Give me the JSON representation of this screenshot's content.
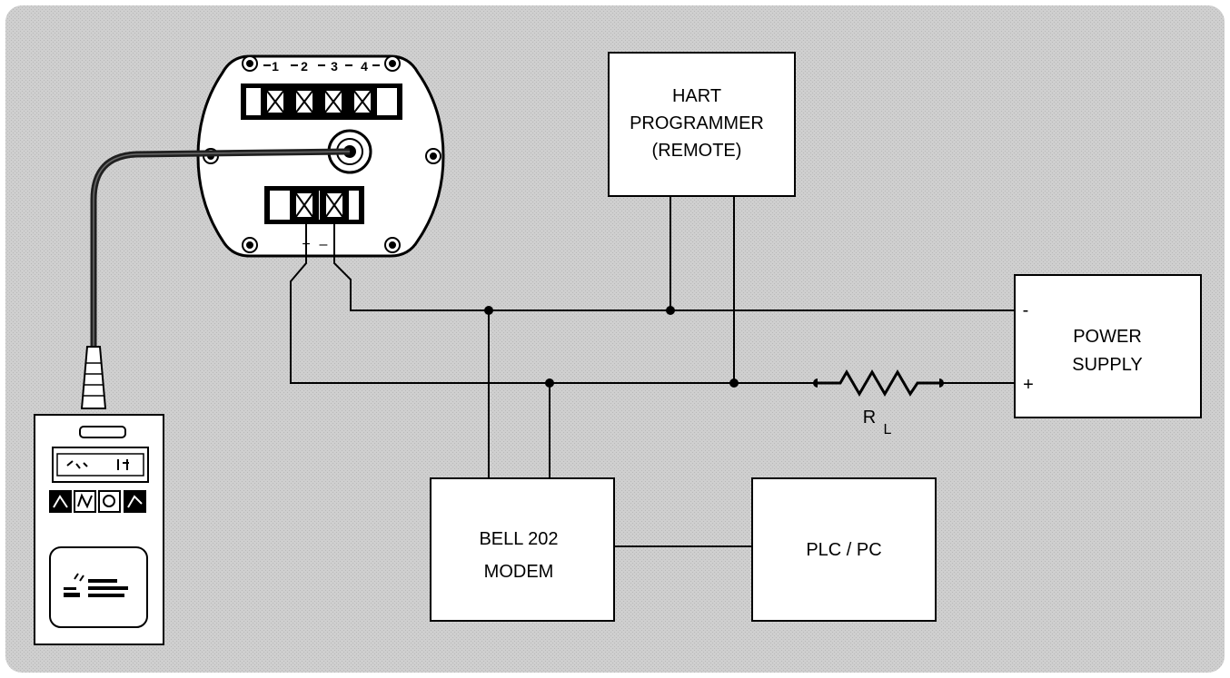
{
  "colors": {
    "background": "#c9c9c9",
    "box_fill": "#ffffff",
    "wire": "#000000",
    "cable": "#202020"
  },
  "transmitter": {
    "terminal_numbers": [
      "1",
      "2",
      "3",
      "4"
    ],
    "bottom_terminal_signs": [
      "+",
      "–"
    ]
  },
  "hart_programmer": {
    "lines": [
      "HART",
      "PROGRAMMER",
      "(REMOTE)"
    ]
  },
  "power_supply": {
    "lines": [
      "POWER",
      "SUPPLY"
    ],
    "minus": "-",
    "plus": "+"
  },
  "resistor": {
    "label": "R",
    "subscript": "L"
  },
  "modem": {
    "lines": [
      "BELL 202",
      "MODEM"
    ]
  },
  "plc": {
    "label": "PLC / PC"
  },
  "handheld": {
    "icon": "handheld-communicator-icon"
  }
}
